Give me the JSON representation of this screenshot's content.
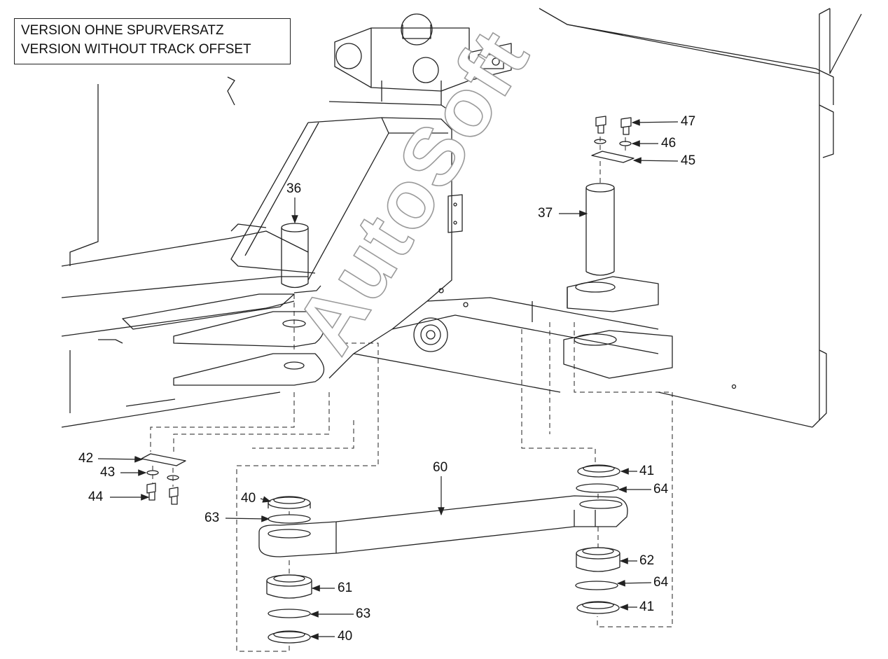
{
  "title": {
    "line1": "VERSION OHNE SPURVERSATZ",
    "line2": "VERSION WITHOUT TRACK OFFSET"
  },
  "watermark": "AutoSoft",
  "callouts": {
    "c47": "47",
    "c46": "46",
    "c45": "45",
    "c36": "36",
    "c37": "37",
    "c42": "42",
    "c43": "43",
    "c44": "44",
    "c60": "60",
    "c41a": "41",
    "c64a": "64",
    "c40a": "40",
    "c63a": "63",
    "c62": "62",
    "c61": "61",
    "c64b": "64",
    "c41b": "41",
    "c63b": "63",
    "c40b": "40"
  },
  "colors": {
    "line": "#222222",
    "watermark_outline": "#9a9a9a",
    "background": "#ffffff"
  }
}
